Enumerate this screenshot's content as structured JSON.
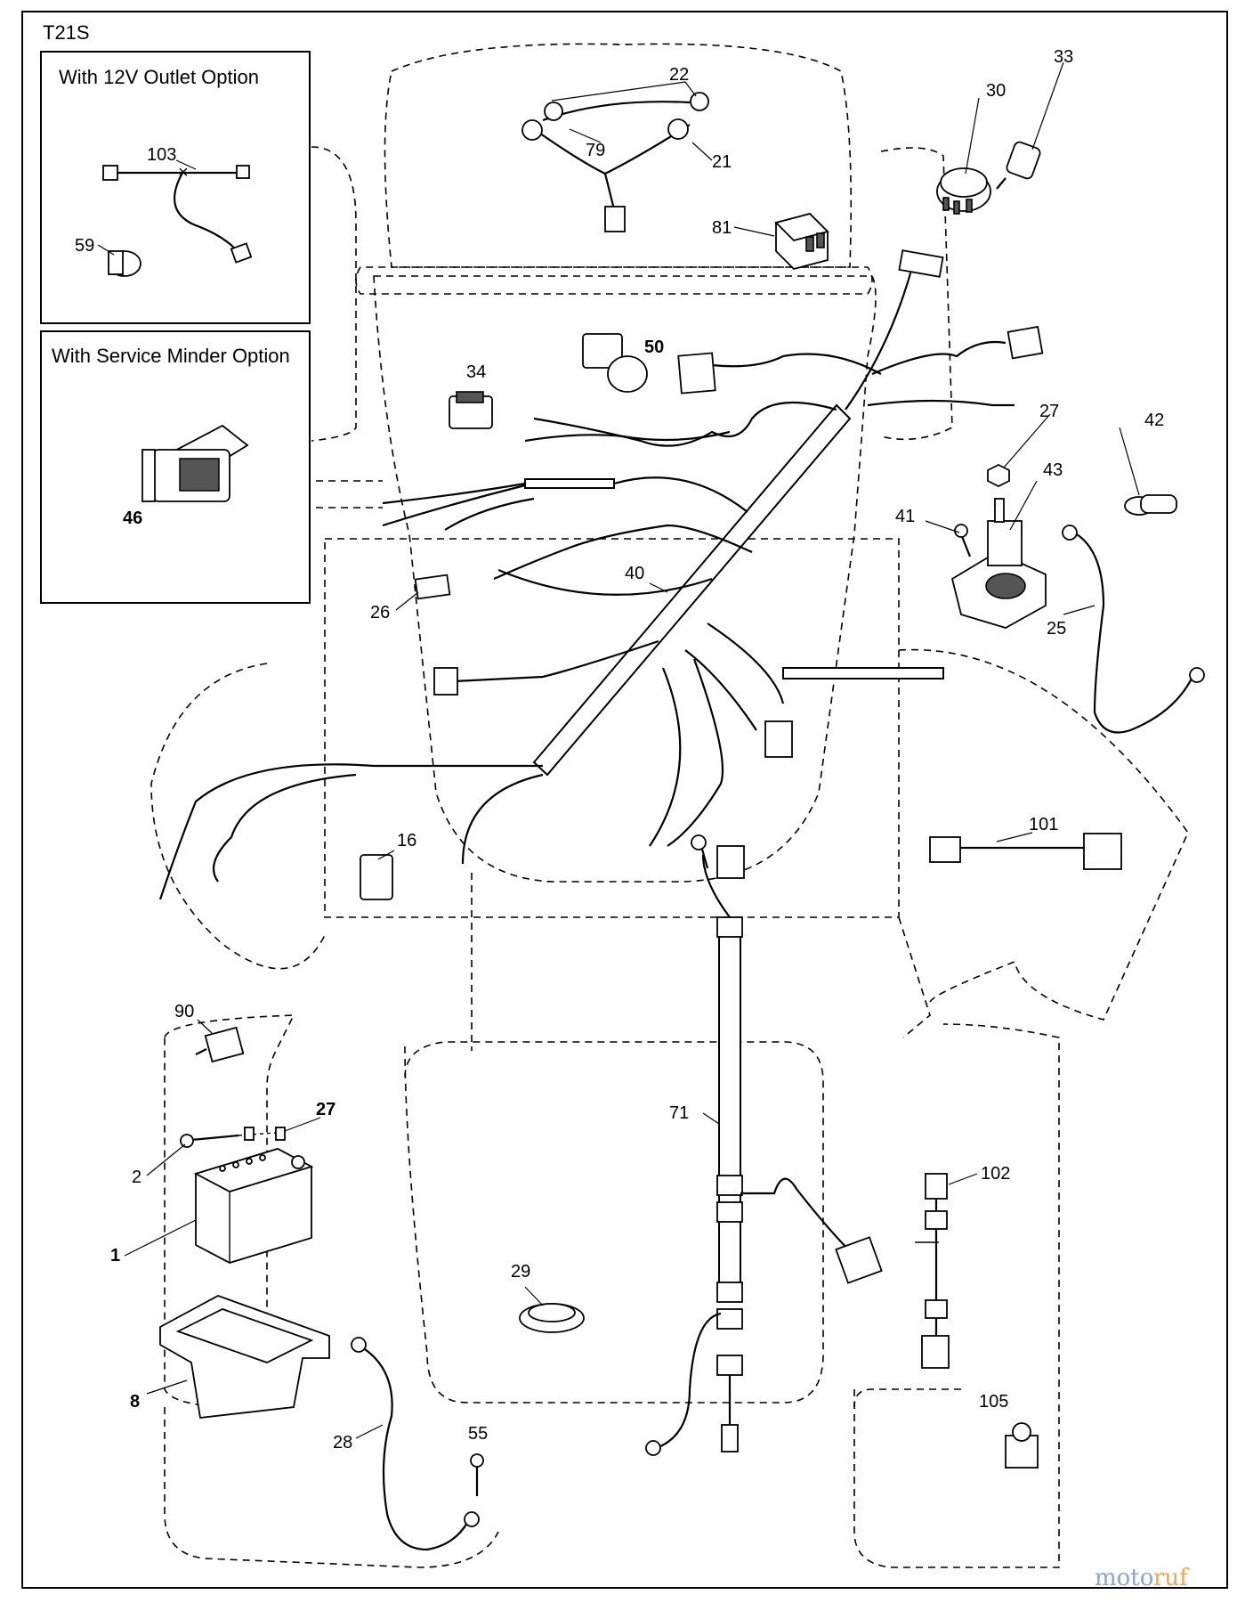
{
  "diagram_code": "T21S",
  "option_boxes": [
    {
      "title": "With 12V Outlet Option",
      "parts": [
        "103",
        "59"
      ]
    },
    {
      "title": "With Service Minder Option",
      "parts": [
        "46"
      ]
    }
  ],
  "part_labels": {
    "p22": "22",
    "p79": "79",
    "p21": "21",
    "p81": "81",
    "p30": "30",
    "p33": "33",
    "p50": "50",
    "p34": "34",
    "p27a": "27",
    "p42": "42",
    "p43": "43",
    "p41": "41",
    "p40": "40",
    "p26": "26",
    "p25": "25",
    "p101": "101",
    "p16": "16",
    "p90": "90",
    "p27b": "27",
    "p2": "2",
    "p1": "1",
    "p71": "71",
    "p102": "102",
    "p29": "29",
    "p8": "8",
    "p28": "28",
    "p55": "55",
    "p105": "105",
    "p103": "103",
    "p59": "59",
    "p46": "46"
  },
  "watermark": {
    "text_a": "moto",
    "text_b": "ruf",
    "color_a": "#8aa2d0",
    "color_b": "#f3a64a"
  }
}
